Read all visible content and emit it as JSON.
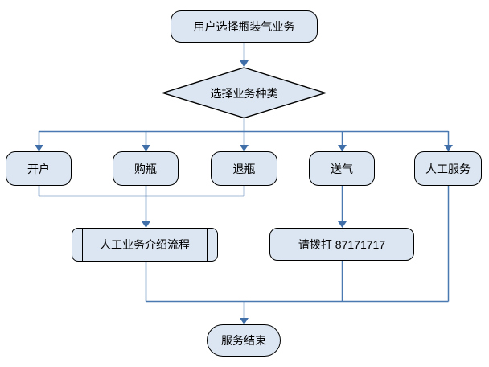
{
  "diagram": {
    "type": "flowchart",
    "colors": {
      "background": "#ffffff",
      "node_fill": "#dce6f2",
      "node_border": "#000000",
      "connector": "#4a79b2",
      "text": "#000000"
    },
    "nodes": {
      "start": {
        "label": "用户选择瓶装气业务",
        "type": "terminator"
      },
      "decision": {
        "label": "选择业务种类",
        "type": "decision"
      },
      "branches": [
        {
          "id": "open-account",
          "label": "开户",
          "type": "process"
        },
        {
          "id": "buy-bottle",
          "label": "购瓶",
          "type": "process"
        },
        {
          "id": "return-bottle",
          "label": "退瓶",
          "type": "process"
        },
        {
          "id": "deliver-gas",
          "label": "送气",
          "type": "process"
        },
        {
          "id": "manual-service",
          "label": "人工服务",
          "type": "process"
        }
      ],
      "intro": {
        "label": "人工业务介绍流程",
        "type": "predefined_process"
      },
      "call": {
        "label": "请拨打 87171717",
        "type": "process"
      },
      "end": {
        "label": "服务结束",
        "type": "terminator"
      }
    },
    "edges": [
      {
        "from": "start",
        "to": "decision"
      },
      {
        "from": "decision",
        "to": "open-account"
      },
      {
        "from": "decision",
        "to": "buy-bottle"
      },
      {
        "from": "decision",
        "to": "return-bottle"
      },
      {
        "from": "decision",
        "to": "deliver-gas"
      },
      {
        "from": "decision",
        "to": "manual-service"
      },
      {
        "from": "open-account",
        "to": "intro"
      },
      {
        "from": "buy-bottle",
        "to": "intro"
      },
      {
        "from": "return-bottle",
        "to": "intro"
      },
      {
        "from": "deliver-gas",
        "to": "call"
      },
      {
        "from": "intro",
        "to": "end"
      },
      {
        "from": "call",
        "to": "end"
      },
      {
        "from": "manual-service",
        "to": "end"
      }
    ]
  }
}
